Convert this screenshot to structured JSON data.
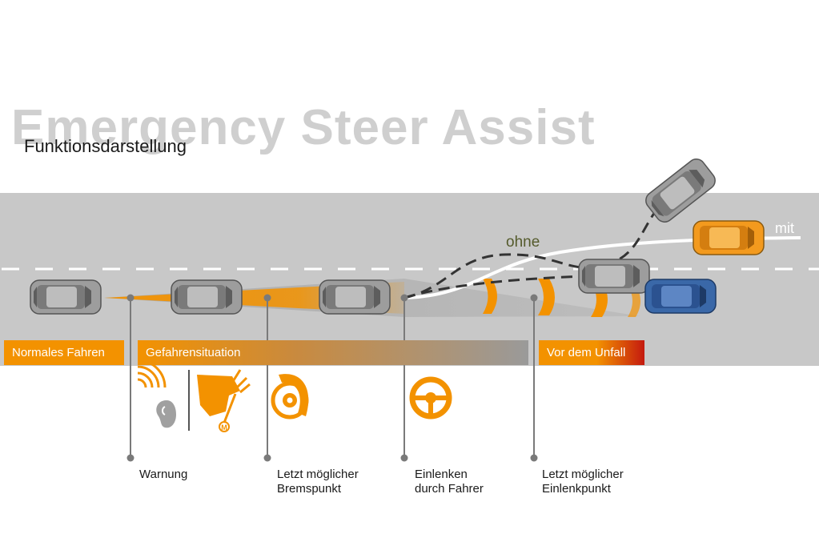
{
  "header": {
    "title": "Emergency Steer Assist",
    "subtitle": "Funktionsdarstellung"
  },
  "path_labels": {
    "without": "ohne",
    "with": "mit"
  },
  "phases": {
    "normal": "Normales Fahren",
    "danger": "Gefahrensituation",
    "before_crash": "Vor dem Unfall"
  },
  "captions": {
    "warning": "Warnung",
    "brake_point_line1": "Letzt möglicher",
    "brake_point_line2": "Bremspunkt",
    "steer_line1": "Einlenken",
    "steer_line2": "durch Fahrer",
    "steer_point_line1": "Letzt möglicher",
    "steer_point_line2": "Einlenkpunkt"
  },
  "icons": {
    "warning_acoustic": "sound-waves-ear-icon",
    "warning_haptic": "brake-pedal-jolt-icon",
    "brake": "brake-disc-icon",
    "steer": "steering-wheel-icon"
  },
  "colors": {
    "accent": "#f39200",
    "road": "#c8c8c8",
    "car_grey": "#9a9a9a",
    "car_orange": "#f39a1e",
    "car_blue": "#3a68a8",
    "alert_red": "#c41a0f"
  }
}
